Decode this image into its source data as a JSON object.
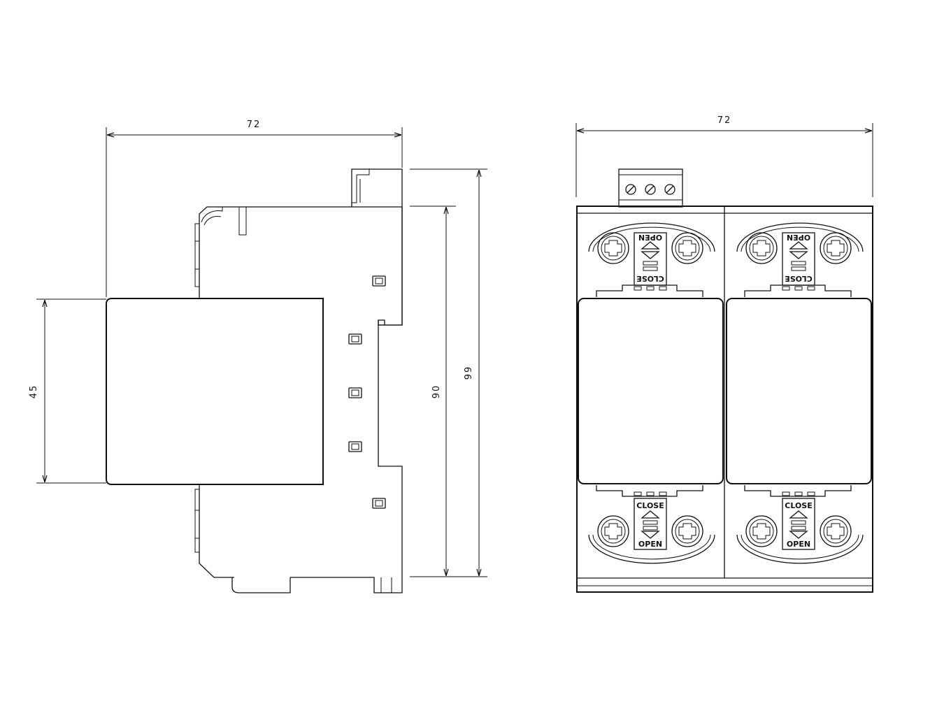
{
  "dimensions": {
    "side_width": "72",
    "front_width": "72",
    "height_cover": "45",
    "height_rail": "90",
    "height_total": "99"
  },
  "labels": {
    "open": "OPEN",
    "close": "CLOSE"
  },
  "colors": {
    "line": "#111111",
    "background": "#ffffff"
  }
}
